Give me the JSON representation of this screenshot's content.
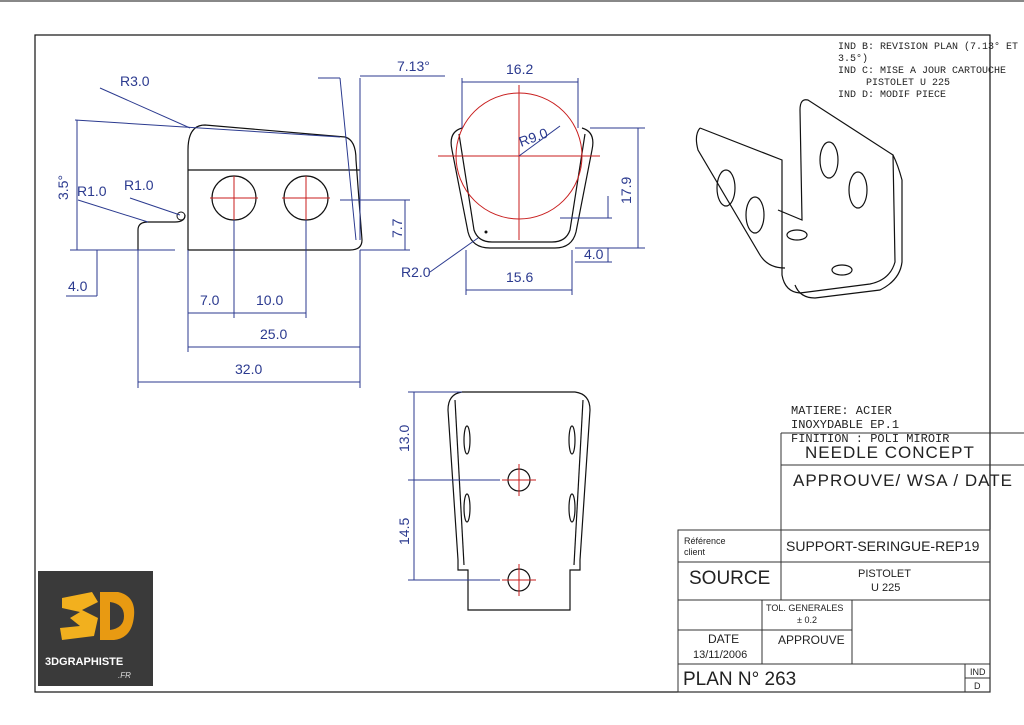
{
  "notes": {
    "ind_b": "IND B: REVISION PLAN (7.13° ET",
    "ind_b2": "3.5°)",
    "ind_c": "IND C: MISE A JOUR CARTOUCHE",
    "ind_c2": "PISTOLET U 225",
    "ind_d": "IND D: MODIF PIECE"
  },
  "dimensions": {
    "r30": "R3.0",
    "r10a": "R1.0",
    "r10b": "R1.0",
    "ang35": "3.5°",
    "ang713": "7.13°",
    "d40a": "4.0",
    "d70": "7.0",
    "d100": "10.0",
    "d250": "25.0",
    "d320": "32.0",
    "d77": "7.7",
    "d162": "16.2",
    "r90": "R9.0",
    "d179": "17.9",
    "r20": "R2.0",
    "d40b": "4.0",
    "d156": "15.6",
    "d130": "13.0",
    "d145": "14.5"
  },
  "material": {
    "line1": "MATIERE: ACIER",
    "line2": "INOXYDABLE EP.1",
    "line3": "FINITION : POLI MIROIR"
  },
  "title_block": {
    "company": "NEEDLE CONCEPT",
    "approval": "APPROUVE/ WSA / DATE",
    "ref_label1": "Référence",
    "ref_label2": "client",
    "part_name": "SUPPORT-SERINGUE-REP19",
    "source": "SOURCE",
    "product1": "PISTOLET",
    "product2": "U 225",
    "tol1": "TOL. GENERALES",
    "tol2": "± 0.2",
    "date_label": "DATE",
    "date_value": "13/11/2006",
    "approuve": "APPROUVE",
    "plan": "PLAN N° 263",
    "ind_label": "IND",
    "ind_value": "D"
  },
  "logo": {
    "text": "3DGRAPHISTE",
    "sub": ".FR"
  }
}
